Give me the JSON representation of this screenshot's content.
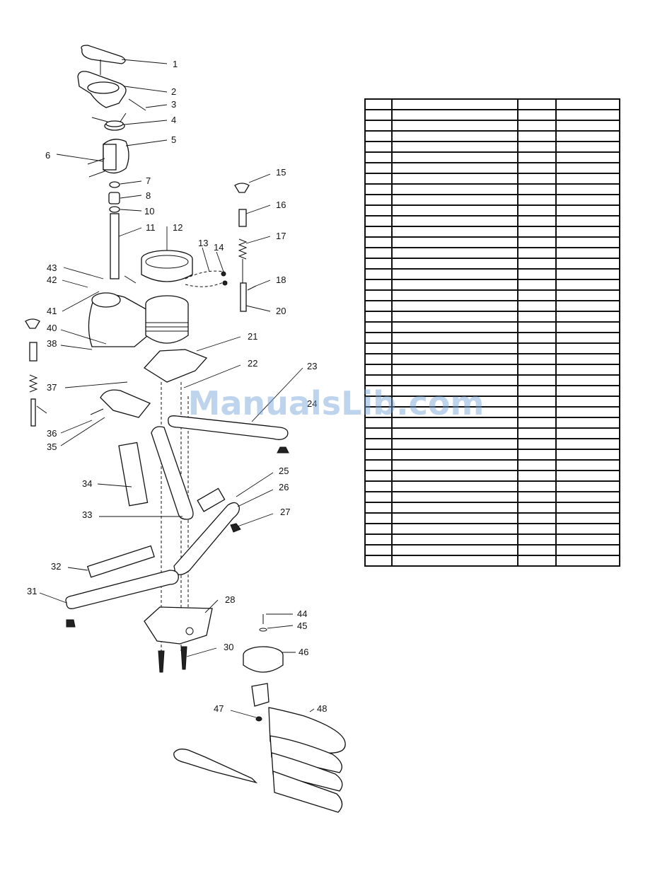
{
  "diagram": {
    "callouts": [
      {
        "label": "1"
      },
      {
        "label": "2"
      },
      {
        "label": "3"
      },
      {
        "label": "4"
      },
      {
        "label": "5"
      },
      {
        "label": "6"
      },
      {
        "label": "7"
      },
      {
        "label": "8"
      },
      {
        "label": "10"
      },
      {
        "label": "11"
      },
      {
        "label": "12"
      },
      {
        "label": "13"
      },
      {
        "label": "14"
      },
      {
        "label": "15"
      },
      {
        "label": "16"
      },
      {
        "label": "17"
      },
      {
        "label": "18"
      },
      {
        "label": "20"
      },
      {
        "label": "21"
      },
      {
        "label": "22"
      },
      {
        "label": "23"
      },
      {
        "label": "24"
      },
      {
        "label": "25"
      },
      {
        "label": "26"
      },
      {
        "label": "27"
      },
      {
        "label": "28"
      },
      {
        "label": "30"
      },
      {
        "label": "31"
      },
      {
        "label": "32"
      },
      {
        "label": "33"
      },
      {
        "label": "34"
      },
      {
        "label": "35"
      },
      {
        "label": "36"
      },
      {
        "label": "37"
      },
      {
        "label": "38"
      },
      {
        "label": "40"
      },
      {
        "label": "41"
      },
      {
        "label": "42"
      },
      {
        "label": "43"
      },
      {
        "label": "44"
      },
      {
        "label": "45"
      },
      {
        "label": "46"
      },
      {
        "label": "47"
      },
      {
        "label": "48"
      }
    ]
  },
  "parts_table": {
    "rows": 44,
    "columns": 4
  },
  "watermark": "ManualsLib.com"
}
